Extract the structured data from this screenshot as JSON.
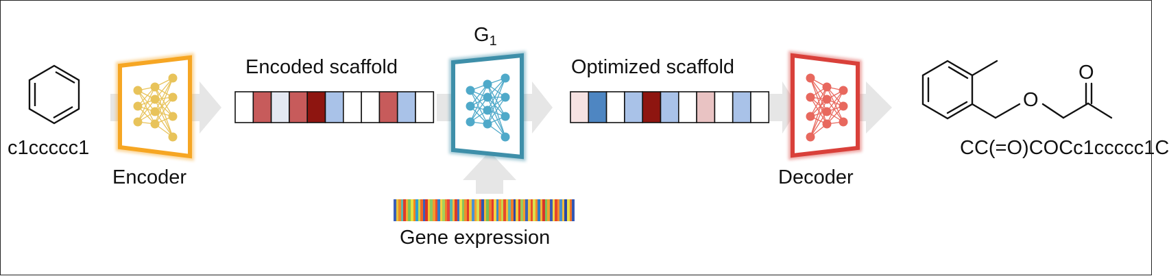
{
  "input": {
    "smiles": "c1ccccc1"
  },
  "encoder": {
    "label": "Encoder",
    "color": "#F6A623",
    "node_color": "#E8C35A"
  },
  "encoded": {
    "label": "Encoded scaffold",
    "cells": [
      "#ffffff",
      "#C75B5B",
      "#E4E8F2",
      "#C75B5B",
      "#8E1510",
      "#A9C2E8",
      "#ffffff",
      "#ffffff",
      "#C75B5B",
      "#A9C2E8",
      "#ffffff"
    ]
  },
  "generator": {
    "label_main": "G",
    "label_sub": "1",
    "color": "#3E8FA9",
    "node_color": "#4FA9C9"
  },
  "optimized": {
    "label": "Optimized scaffold",
    "cells": [
      "#F6E2E2",
      "#4E86C2",
      "#ffffff",
      "#A9C2E8",
      "#8E1510",
      "#A9C2E8",
      "#ffffff",
      "#E9C3C3",
      "#ffffff",
      "#A9C2E8",
      "#ffffff"
    ]
  },
  "decoder": {
    "label": "Decoder",
    "color": "#D9403A",
    "node_color": "#E8685E"
  },
  "output": {
    "smiles": "CC(=O)COCc1ccccc1C",
    "oxygen_label": "O"
  },
  "gene_expression": {
    "label": "Gene expression",
    "colors": [
      "#3A5FB8",
      "#E8C53A",
      "#F08A2A",
      "#5DB8B0",
      "#E03A2A",
      "#F0B030",
      "#7FC25A",
      "#E8E040",
      "#F4851F",
      "#2E9FD0",
      "#C8D84A",
      "#F06A28",
      "#3A5FB8",
      "#D8302A",
      "#F0C838",
      "#8ACB60",
      "#F29A30",
      "#E94E2A",
      "#2F7CC8",
      "#F4D040",
      "#A6D05A",
      "#F07A28",
      "#E8403A",
      "#5AB7A8",
      "#F4B83A",
      "#D83A2A",
      "#3D6EC0",
      "#F0E048",
      "#8CC45A",
      "#F08C2C",
      "#E2382A",
      "#F2C43A",
      "#4A92D0",
      "#F4A02E",
      "#D8E050",
      "#E95A2A",
      "#2F55B0",
      "#F0B83A",
      "#74C058",
      "#F08028",
      "#E23A2E",
      "#F2D444",
      "#3C8AC8",
      "#F4962C",
      "#C6D64E",
      "#E8482A",
      "#F2BE38",
      "#5FB4B0",
      "#F07C2A",
      "#2B4AA8",
      "#F0CC40",
      "#E23C2C",
      "#9CCB5A",
      "#F29A30",
      "#3A64B8",
      "#F4C23C",
      "#E8502A",
      "#DCE04C",
      "#F08A2C",
      "#2E7CC4",
      "#F2B236",
      "#D8342A",
      "#7CC45A",
      "#F2A030",
      "#3C5CB4",
      "#F0D646",
      "#E6462A",
      "#F28E2C",
      "#4A8ECC",
      "#F0BC3A",
      "#2A46A4",
      "#E8E04A",
      "#F07428",
      "#3458B4"
    ]
  }
}
